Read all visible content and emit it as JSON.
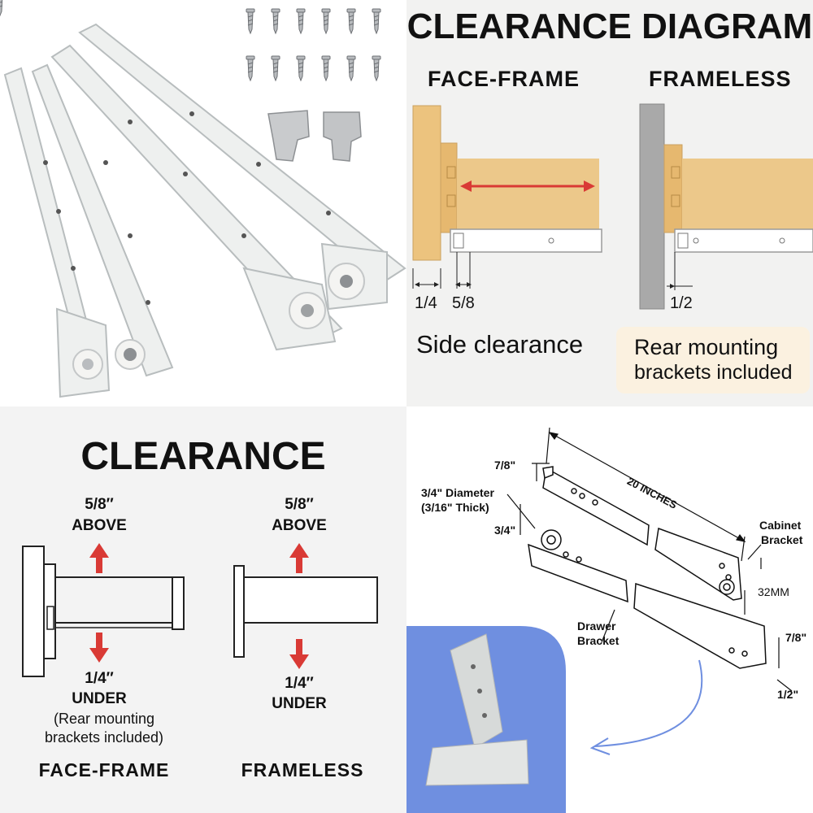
{
  "clearance_diagram": {
    "title": "CLEARANCE DIAGRAM",
    "face_frame_heading": "FACE-FRAME",
    "frameless_heading": "FRAMELESS",
    "dim_quarter": "1/4",
    "dim_five_eighths": "5/8",
    "dim_half": "1/2",
    "side_caption": "Side clearance",
    "rear_caption_line1": "Rear mounting",
    "rear_caption_line2": "brackets included"
  },
  "clearance": {
    "title": "CLEARANCE",
    "face_frame": {
      "above_value": "5/8″",
      "above_label": "ABOVE",
      "under_value": "1/4″",
      "under_label": "UNDER",
      "note_line1": "(Rear mounting",
      "note_line2": "brackets included)",
      "label": "FACE-FRAME"
    },
    "frameless": {
      "above_value": "5/8″",
      "above_label": "ABOVE",
      "under_value": "1/4″",
      "under_label": "UNDER",
      "label": "FRAMELESS"
    }
  },
  "dimensions": {
    "length": "20 INCHES",
    "top_height": "7/8\"",
    "wheel_diameter": "3/4\" Diameter",
    "wheel_thickness": "(3/16\" Thick)",
    "wheel_offset": "3/4\"",
    "cabinet_bracket_1": "Cabinet",
    "cabinet_bracket_2": "Bracket",
    "spacing": "32MM",
    "drawer_bracket_1": "Drawer",
    "drawer_bracket_2": "Bracket",
    "bottom_height": "7/8\"",
    "bottom_width": "1/2\""
  },
  "colors": {
    "accent_red": "#d93a35",
    "wood": "#ecc37e",
    "wood_dark": "#d9a85a",
    "panel_blue": "#6f8fe0",
    "slide_white": "#eef0ef",
    "frame_gray": "#a9a9a9"
  }
}
